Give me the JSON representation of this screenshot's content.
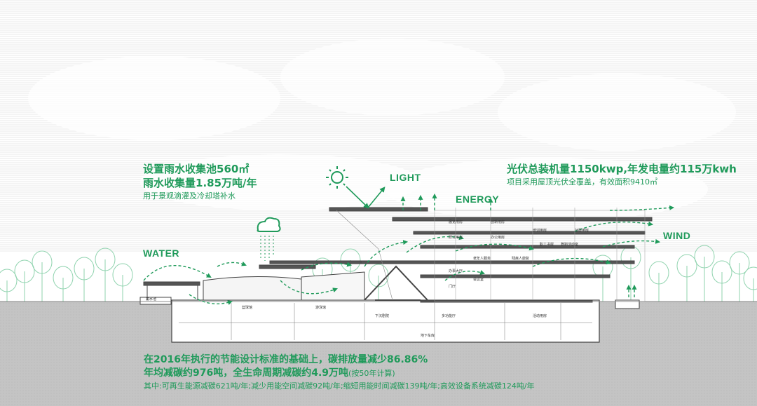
{
  "labels": {
    "water": "WATER",
    "light": "LIGHT",
    "energy": "ENERGY",
    "wind": "WIND"
  },
  "rain_text": {
    "line1": "设置雨水收集池560㎡",
    "line2": "雨水收集量1.85万吨/年",
    "line3": "用于景观滴灌及冷却塔补水"
  },
  "pv_text": {
    "line1": "光伏总装机量1150kwp,年发电量约115万kwh",
    "line2": "项目采用屋顶光伏全覆盖，有效面积9410㎡"
  },
  "bottom_text": {
    "line1": "在2016年执行的节能设计标准的基础上，碳排放量减少86.86%",
    "line2": "年均减碳约976吨，全生命周期减碳约4.9万吨",
    "line2_note": "(按50年计算)",
    "line3": "其中:可再生能源减碳621吨/年;减少用能空间减碳92吨/年;缩短用能时间减碳139吨/年;高效设备系统减碳124吨/年"
  },
  "rooms": [
    "蓄水池",
    "篮球馆",
    "游泳馆",
    "下沉剧院",
    "多功能厅",
    "活动用房",
    "门厅",
    "会议室",
    "办事大厅",
    "老年人服务",
    "残疾人康复",
    "职工书屋",
    "舞蹈活动室",
    "研讨用房",
    "办公用房",
    "培训用房",
    "功能用房",
    "展览用房",
    "创新用房",
    "地下车库"
  ],
  "colors": {
    "accent": "#1f9a5a",
    "ground": "#bdbdbd",
    "tree": "#8fd3ae",
    "line": "#555555"
  }
}
